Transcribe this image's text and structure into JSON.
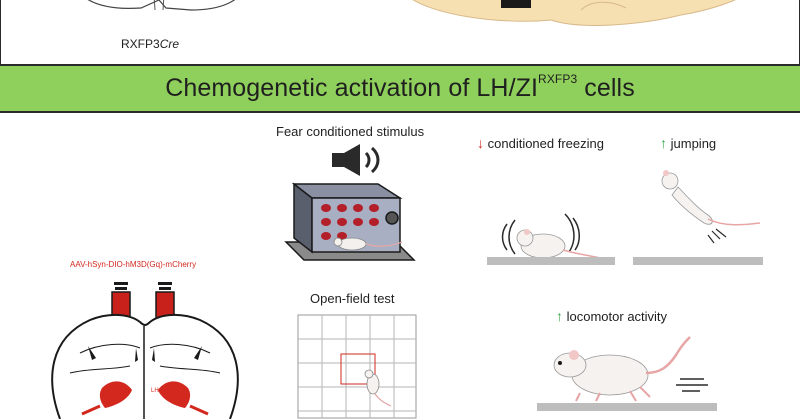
{
  "top_panel": {
    "mouse_line_label": "RXFP3",
    "mouse_line_cre": "Cre"
  },
  "banner": {
    "title": "Chemogenetic activation of LH/ZI",
    "title_sup": "RXFP3",
    "title_suffix": " cells"
  },
  "injection": {
    "virus_label": "AAV-hSyn-DIO-hM3D(Gq)-mCherry",
    "region_label": "LH/ZI"
  },
  "fear_test": {
    "title": "Fear conditioned stimulus",
    "icon": "speaker-icon"
  },
  "freezing": {
    "label": "conditioned freezing",
    "direction": "down"
  },
  "jumping": {
    "label": "jumping",
    "direction": "up"
  },
  "open_field": {
    "title": "Open-field test"
  },
  "locomotor": {
    "label": "locomotor activity",
    "direction": "up"
  },
  "colors": {
    "banner": "#8fcf5b",
    "decrease": "#d2281e",
    "increase": "#3aa84a",
    "virus": "#c8201a"
  }
}
